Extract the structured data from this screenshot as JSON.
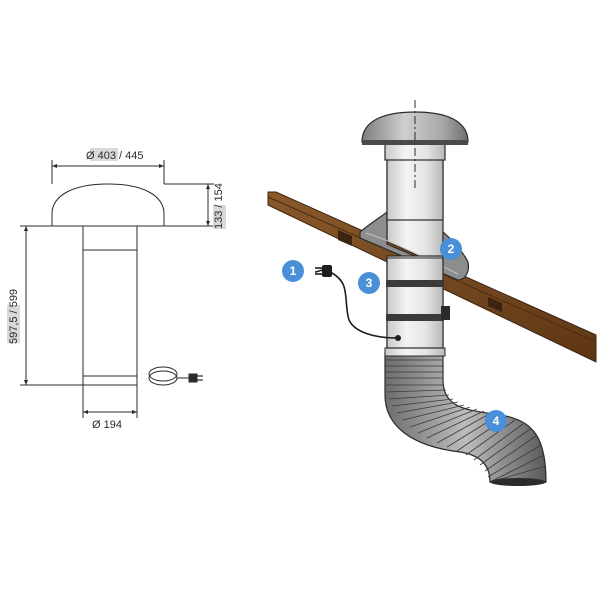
{
  "dimensions": {
    "top_diameter_a": "Ø 403",
    "top_diameter_b": " / 445",
    "cap_height_a": "133",
    "cap_height_b": " / 154",
    "total_height_a": "597,5",
    "total_height_b": " / 599",
    "pipe_diameter": "Ø 194"
  },
  "callouts": [
    "1",
    "2",
    "3",
    "4"
  ],
  "colors": {
    "line": "#2b2b2b",
    "metal_light": "#f2f2f2",
    "metal_dark": "#b8b8b8",
    "highlight": "#d8d8d8",
    "callout": "#4a90d9",
    "roof": "#7a4a22",
    "roof_dark": "#4e2c10",
    "flashing": "#8a8a8a"
  },
  "icons": [
    "power-plug-icon"
  ]
}
